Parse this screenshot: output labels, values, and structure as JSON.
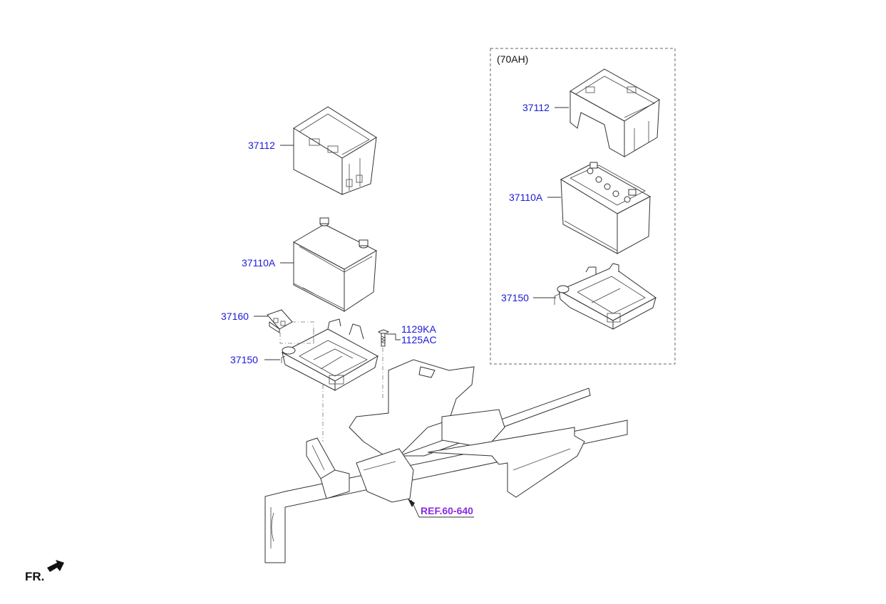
{
  "variant_label": "(70AH)",
  "parts_main": {
    "tray_cover": "37112",
    "battery": "37110A",
    "clamp": "37160",
    "tray": "37150",
    "bolt_a": "1129KA",
    "bolt_b": "1125AC"
  },
  "parts_70ah": {
    "tray_cover": "37112",
    "battery": "37110A",
    "tray": "37150"
  },
  "reference": "REF.60-640",
  "direction": "FR."
}
